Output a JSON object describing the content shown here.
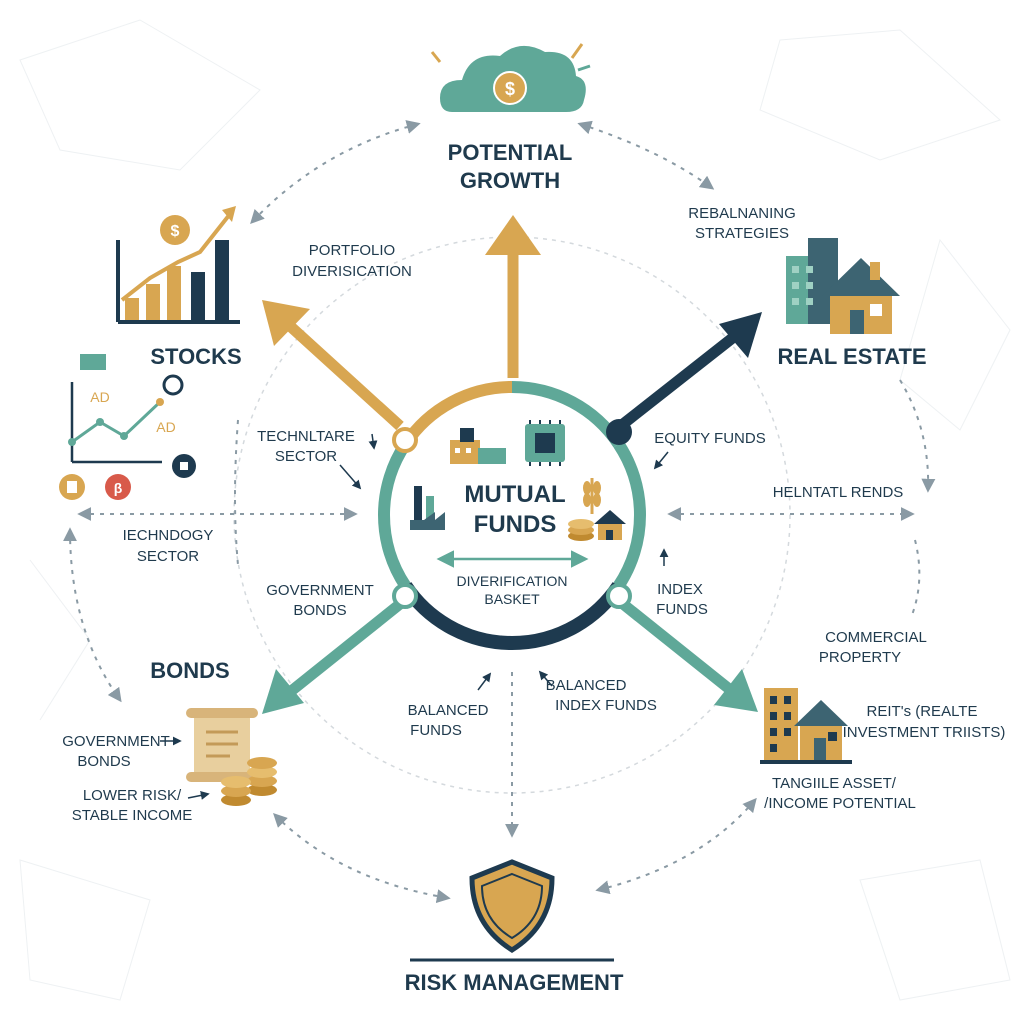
{
  "colors": {
    "teal": "#5fa898",
    "gold": "#d8a651",
    "navy": "#1e3a4f",
    "slate": "#3d6472",
    "dashed": "#8a9aa4"
  },
  "center": {
    "title_line1": "MUTUAL",
    "title_line2": "FUNDS",
    "basket_line1": "DIVERIFICATION",
    "basket_line2": "BASKET",
    "icons": [
      "factory-icon",
      "microchip-icon",
      "wheat-icon",
      "coins-icon",
      "house-icon"
    ]
  },
  "nodes": {
    "growth": {
      "line1": "POTENTIAL",
      "line2": "GROWTH",
      "icon": "cloud-dollar-icon"
    },
    "stocks": {
      "label": "STOCKS",
      "icon": "bar-chart-icon"
    },
    "real_estate": {
      "label": "REAL ESTATE",
      "icon": "buildings-house-icon"
    },
    "bonds": {
      "label": "BONDS",
      "icon": "scroll-coins-icon"
    },
    "risk": {
      "label": "RISK MANAGEMENT",
      "icon": "shield-icon"
    }
  },
  "labels": {
    "portfolio_1": "PORTFOLIO",
    "portfolio_2": "DIVERISICATION",
    "rebal_1": "REBALNANING",
    "rebal_2": "STRATEGIES",
    "technltare_1": "TECHNLTARE",
    "technltare_2": "SECTOR",
    "equity": "EQUITY FUNDS",
    "helntatl": "HELNTATL RENDS",
    "tech_1": "IECHNDOGY",
    "tech_2": "SECTOR",
    "gov_1": "GOVERNMENT",
    "gov_2": "BONDS",
    "index_1": "INDEX",
    "index_2": "FUNDS",
    "commercial_1": "COMMERCIAL",
    "commercial_2": "PROPERTY",
    "balanced_1": "BALANCED",
    "balanced_2": "FUNDS",
    "bal_index_1": "BALANCED",
    "bal_index_2": "INDEX FUNDS",
    "reits_1": "REIT's (REALTE",
    "reits_2": "INVESTMENT TRIISTS)",
    "gov_bonds_1": "GOVERNMENT",
    "gov_bonds_2": "BONDS",
    "lower_1": "LOWER RISK/",
    "lower_2": "STABLE INCOME",
    "tangible_1": "TANGIILE ASSET/",
    "tangible_2": "/INCOME POTENTIAL",
    "ad_1": "AD",
    "ad_2": "AD",
    "badge_3": "β",
    "dollar": "$"
  }
}
